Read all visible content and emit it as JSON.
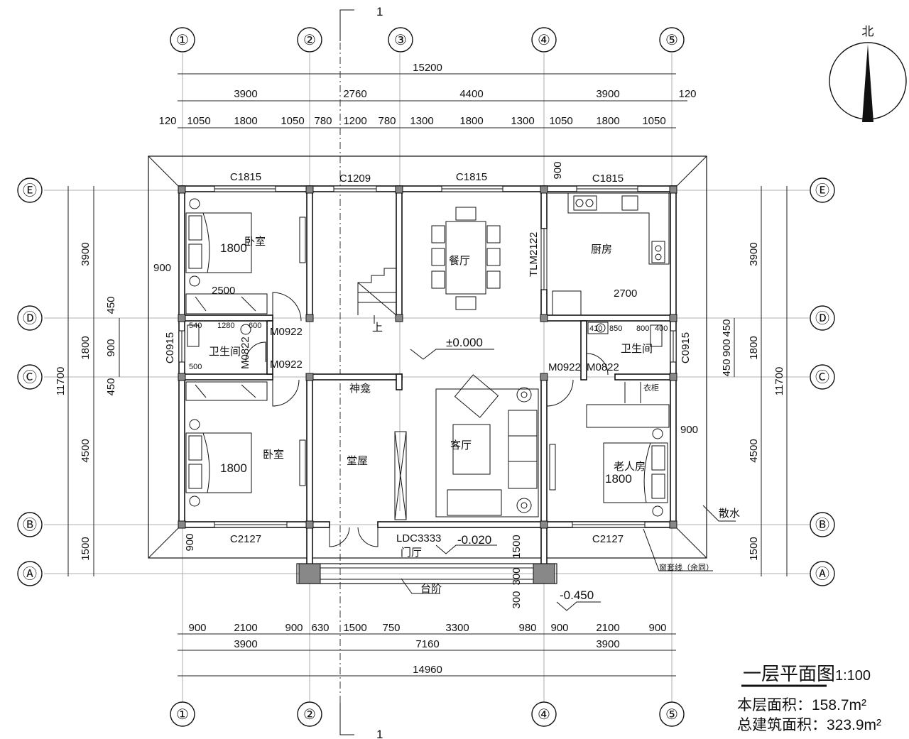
{
  "compass": {
    "north": "北"
  },
  "section_mark": {
    "label": "1"
  },
  "axes_x": [
    "①",
    "②",
    "③",
    "④",
    "⑤"
  ],
  "axes_y": [
    "Ⓔ",
    "Ⓓ",
    "Ⓒ",
    "Ⓑ",
    "Ⓐ"
  ],
  "dims_top": {
    "total": "15200",
    "row2": [
      "3900",
      "2760",
      "4400",
      "3900"
    ],
    "row2_end": "120",
    "row3": [
      "120",
      "1050",
      "1800",
      "1050",
      "780",
      "1200",
      "780",
      "1300",
      "1800",
      "1300",
      "1050",
      "1800",
      "1050"
    ]
  },
  "dims_bottom": {
    "row1": [
      "900",
      "2100",
      "900",
      "630",
      "1500",
      "750",
      "3300",
      "980",
      "900",
      "2100",
      "900"
    ],
    "row2": [
      "3900",
      "7160",
      "3900"
    ],
    "total": "14960"
  },
  "dims_left": {
    "total": "11700",
    "row": [
      "3900",
      "450",
      "1800",
      "450",
      "4500",
      "1500"
    ],
    "inner": "900"
  },
  "dims_right": {
    "total": "11700",
    "row": [
      "3900",
      "1800",
      "4500",
      "1500"
    ],
    "inner": [
      "450",
      "900",
      "450"
    ]
  },
  "windows": {
    "c1815_a": "C1815",
    "c1209": "C1209",
    "c1815_b": "C1815",
    "c1815_c": "C1815",
    "c0915_l": "C0915",
    "c0915_r": "C0915",
    "c2127_l": "C2127",
    "c2127_r": "C2127",
    "ldc": "LDC3333"
  },
  "doors": {
    "m0922_a": "M0922",
    "m0822_l": "M0822",
    "m0922_b": "M0922",
    "m0922_c": "M0922",
    "m0822_r": "M0822",
    "tlm": "TLM2122"
  },
  "rooms": {
    "bed1": "卧室",
    "bed2": "卧室",
    "elder": "老人房",
    "dining": "餐厅",
    "kitchen": "厨房",
    "living": "客厅",
    "hall": "堂屋",
    "shrine": "神龛",
    "bath_l": "卫生间",
    "bath_r": "卫生间",
    "entry": "门厅",
    "steps": "台阶",
    "stair_up": "上",
    "closet": "衣柜"
  },
  "misc_dims": {
    "bed1": "1800",
    "bed2": "1800",
    "bed3": "1800",
    "d2500": "2500",
    "d2700": "2700",
    "d900a": "900",
    "d900b": "900",
    "d900c": "900",
    "d900d": "900",
    "d1500": "1500",
    "d300a": "300",
    "d300b": "300",
    "bl_540": "540",
    "bl_1280": "1280",
    "bl_600": "600",
    "bl_500": "500",
    "br_410": "410",
    "br_850": "850",
    "br_800": "800",
    "br_400": "400"
  },
  "levels": {
    "main": "±0.000",
    "porch": "-0.020",
    "ground": "-0.450"
  },
  "notes": {
    "apron": "散水",
    "window_trim": "窗套线（余同）"
  },
  "title": {
    "name": "一层平面图",
    "scale": "1:100",
    "area": "本层面积：158.7m²",
    "total_area": "总建筑面积：323.9m²"
  }
}
